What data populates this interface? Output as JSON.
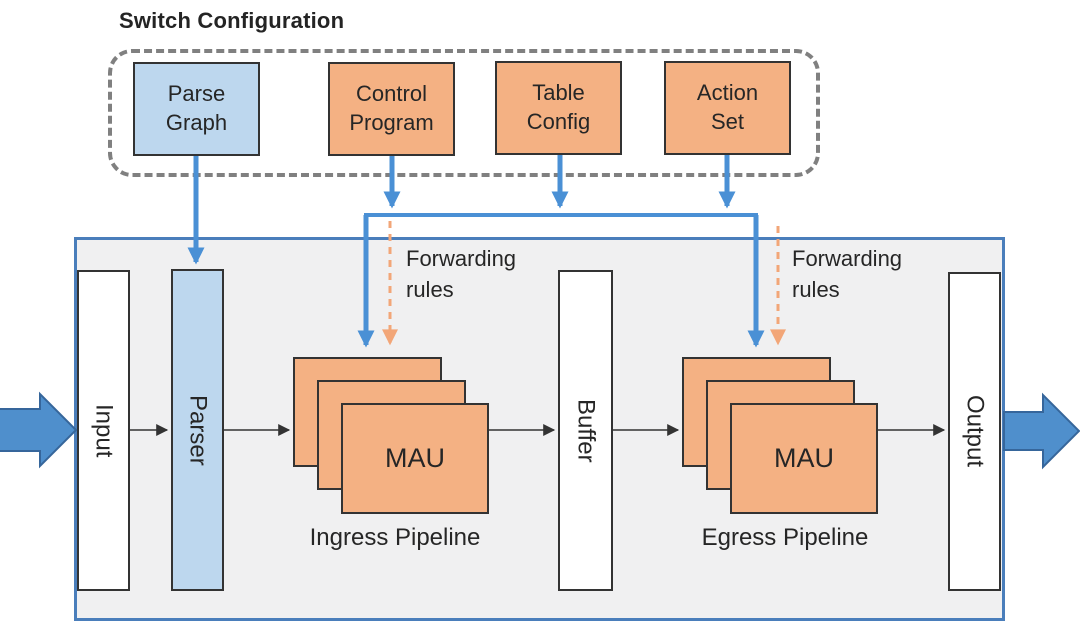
{
  "title": "Switch Configuration",
  "colors": {
    "box-orange": "#f4b183",
    "box-blue": "#bdd7ee",
    "box-border": "#333333",
    "arrow-blue": "#4a90d5",
    "arrow-orange": "#f2a678",
    "stage-bg": "#f0f0f1",
    "stage-border": "#4a7ebb",
    "dashed-border": "#808080",
    "text": "#262626"
  },
  "config_panel": {
    "boxes": [
      {
        "id": "parse-graph",
        "label": "Parse Graph"
      },
      {
        "id": "control-program",
        "label": "Control Program"
      },
      {
        "id": "table-config",
        "label": "Table Config"
      },
      {
        "id": "action-set",
        "label": "Action Set"
      }
    ]
  },
  "stage": {
    "input_label": "Input",
    "parser_label": "Parser",
    "buffer_label": "Buffer",
    "output_label": "Output",
    "ingress": {
      "mau_label": "MAU",
      "caption": "Ingress Pipeline"
    },
    "egress": {
      "mau_label": "MAU",
      "caption": "Egress Pipeline"
    },
    "forwarding_rules_left": "Forwarding rules",
    "forwarding_rules_right": "Forwarding rules"
  }
}
